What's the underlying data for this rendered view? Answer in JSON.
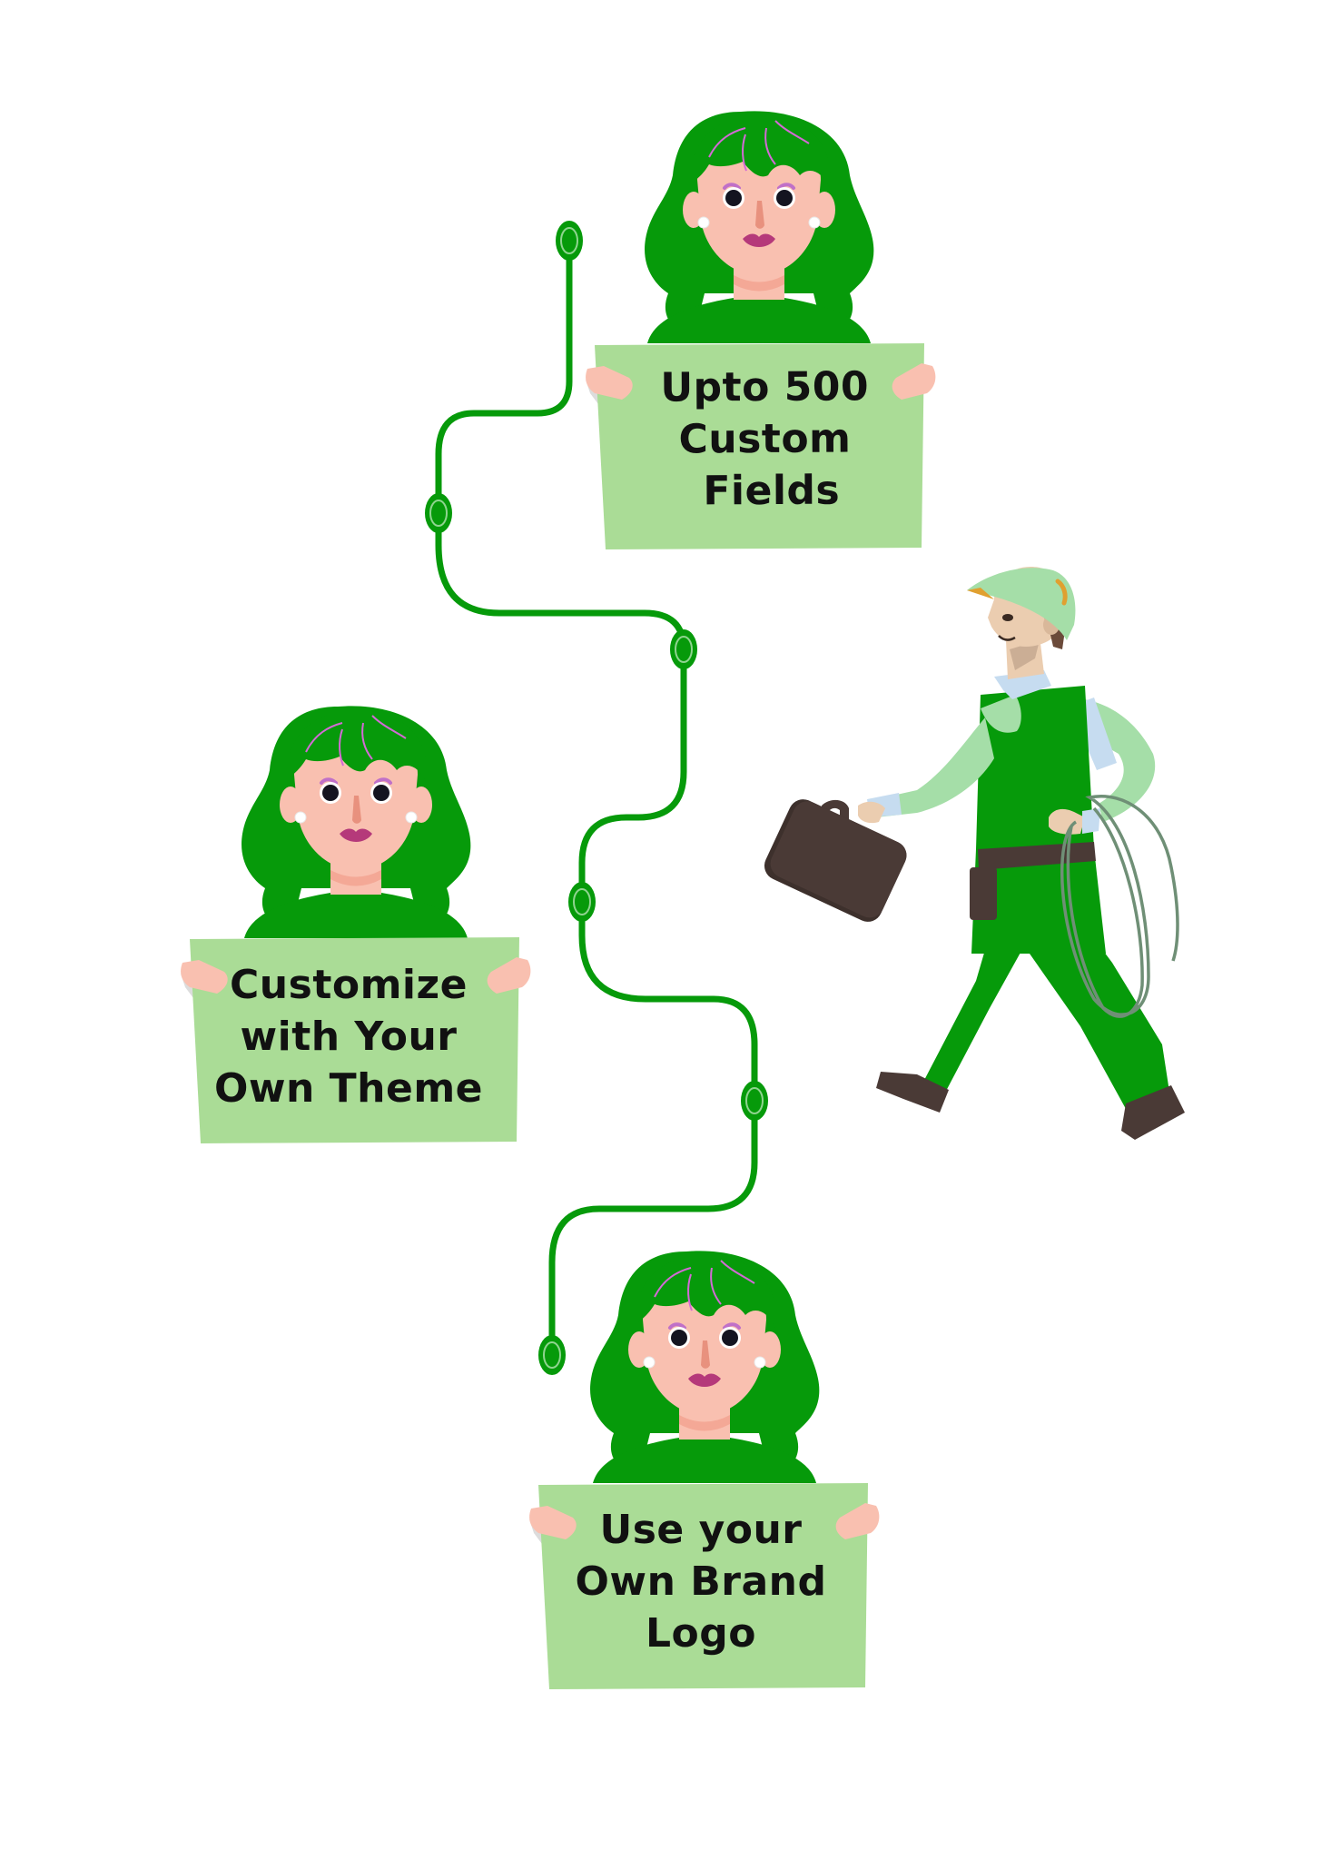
{
  "colors": {
    "primary_green": "#069a0a",
    "sign_green": "#aadc96",
    "light_green": "#a5dea8",
    "skin_woman": "#f9c0b0",
    "skin_worker": "#ebcdb0",
    "lips": "#b5397a",
    "hair_streak": "#d36ad6",
    "brown": "#4a3a36",
    "collar_blue": "#c6dcf0",
    "cable_grey": "#6f8f76",
    "text": "#111111"
  },
  "path": {
    "node_count": 6
  },
  "signs": [
    {
      "id": "custom-fields",
      "lines": [
        "Upto 500",
        "Custom",
        "Fields"
      ]
    },
    {
      "id": "own-theme",
      "lines": [
        "Customize",
        "with Your",
        "Own Theme"
      ]
    },
    {
      "id": "brand-logo",
      "lines": [
        "Use your",
        "Own Brand",
        "Logo"
      ]
    }
  ],
  "illustrations": {
    "women": [
      "woman-holding-sign",
      "woman-holding-sign",
      "woman-holding-sign"
    ],
    "worker": "technician-with-briefcase-and-cable"
  }
}
